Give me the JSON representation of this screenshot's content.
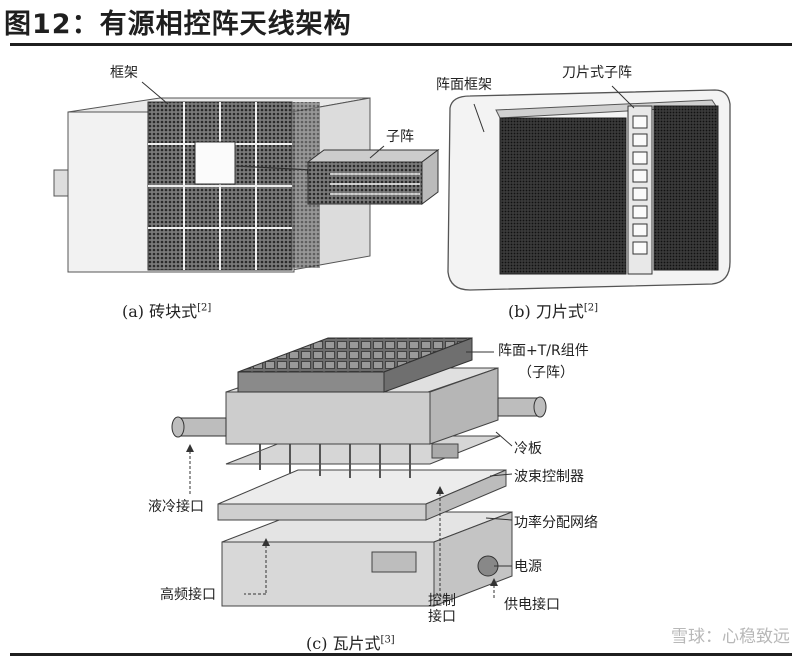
{
  "title": "图12：有源相控阵天线架构",
  "brick": {
    "frame_label": "框架",
    "subarray_label": "子阵",
    "caption": "(a)  砖块式",
    "caption_ref": "[2]"
  },
  "blade": {
    "frame_label": "阵面框架",
    "blade_label": "刀片式子阵",
    "caption": "(b)  刀片式",
    "caption_ref": "[2]"
  },
  "tile": {
    "array_label": "阵面+T/R组件",
    "array_label_sub": "（子阵）",
    "cold_plate_label": "冷板",
    "beam_ctrl_label": "波束控制器",
    "power_div_label": "功率分配网络",
    "power_supply_label": "电源",
    "liquid_port_label": "液冷接口",
    "rf_port_label": "高频接口",
    "ctrl_port_label_1": "控制",
    "ctrl_port_label_2": "接口",
    "supply_port_label": "供电接口",
    "caption": "(c)  瓦片式",
    "caption_ref": "[3]"
  },
  "watermark": "雪球：心稳致远"
}
